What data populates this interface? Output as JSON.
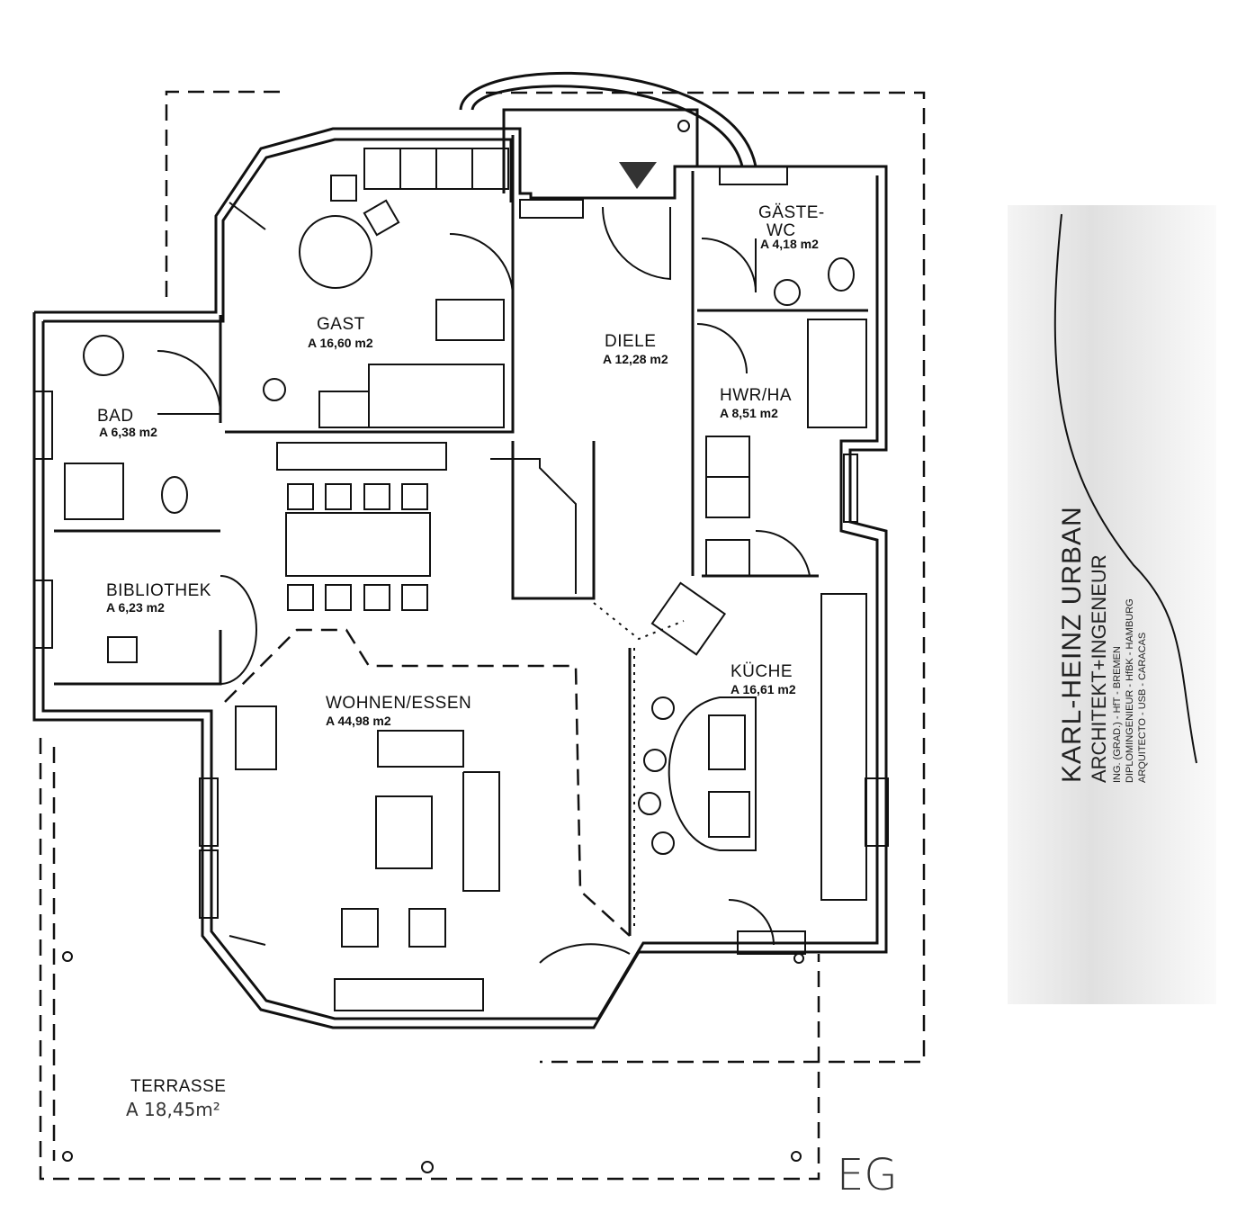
{
  "plan": {
    "floor_label": "EG",
    "rooms": [
      {
        "name": "GAST",
        "area": "A 16,60 m2"
      },
      {
        "name": "DIELE",
        "area": "A 12,28 m2"
      },
      {
        "name": "GÄSTE-",
        "name2": "WC",
        "area": "A  4,18 m2"
      },
      {
        "name": "BAD",
        "area": "A 6,38 m2"
      },
      {
        "name": "HWR/HA",
        "area": "A 8,51 m2"
      },
      {
        "name": "BIBLIOTHEK",
        "area": "A 6,23 m2"
      },
      {
        "name": "WOHNEN/ESSEN",
        "area": "A 44,98 m2"
      },
      {
        "name": "KÜCHE",
        "area": "A 16,61 m2"
      },
      {
        "name": "TERRASSE",
        "area": "A 18,45m²"
      }
    ]
  },
  "stamp": {
    "name": "KARL-HEINZ URBAN",
    "title": "ARCHITEKT+INGENEUR",
    "lines": [
      "ING. (GRAD.) - HfT - BREMEN",
      "DIPLOMINGENIEUR - HfBK - HAMBURG",
      "ARQUITECTO - USB - CARACAS"
    ]
  }
}
